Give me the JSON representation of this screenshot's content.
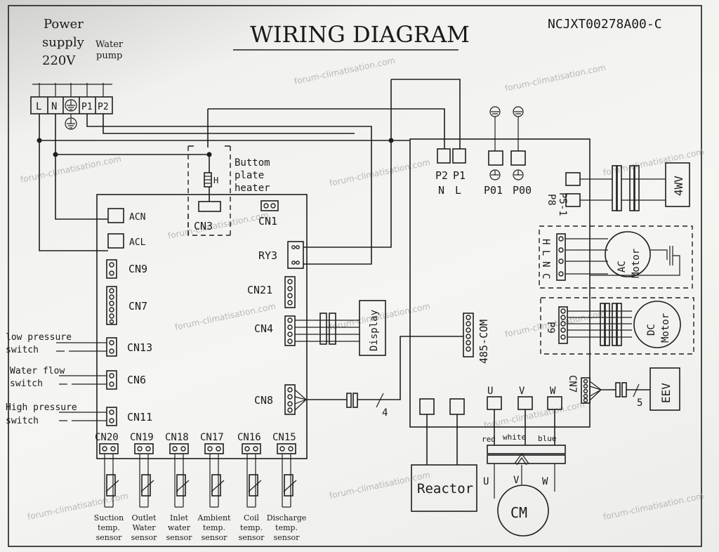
{
  "title": "WIRING DIAGRAM",
  "code": "NCJXT00278A00-C",
  "watermark": "forum-climatisation.com",
  "power": {
    "label1": "Power",
    "label2": "supply",
    "voltage": "220V",
    "pump1": "Water",
    "pump2": "pump"
  },
  "terminal_block": [
    "L",
    "N",
    "P1",
    "P2"
  ],
  "heater": {
    "line1": "Buttom",
    "line2": "plate",
    "line3": "heater",
    "h": "H"
  },
  "main_board": {
    "acn": "ACN",
    "acl": "ACL",
    "cn1": "CN1",
    "cn3": "CN3",
    "ry3": "RY3",
    "cn9": "CN9",
    "cn7": "CN7",
    "cn21": "CN21",
    "cn4": "CN4",
    "cn13": "CN13",
    "cn6": "CN6",
    "cn11": "CN11",
    "cn8": "CN8"
  },
  "switches": {
    "low1": "low pressure",
    "low2": "switch",
    "water1": "Water flow",
    "water2": "switch",
    "high1": "High pressure",
    "high2": "switch"
  },
  "display": "Display",
  "cn8_wires": "4",
  "com": "485-COM",
  "sensors": [
    {
      "conn": "CN20",
      "l1": "Suction",
      "l2": "temp.",
      "l3": "sensor"
    },
    {
      "conn": "CN19",
      "l1": "Outlet",
      "l2": "Water",
      "l3": "sensor"
    },
    {
      "conn": "CN18",
      "l1": "Inlet",
      "l2": "water",
      "l3": "sensor"
    },
    {
      "conn": "CN17",
      "l1": "Ambient",
      "l2": "temp.",
      "l3": "sensor"
    },
    {
      "conn": "CN16",
      "l1": "Coil",
      "l2": "temp.",
      "l3": "sensor"
    },
    {
      "conn": "CN15",
      "l1": "Discharge",
      "l2": "temp.",
      "l3": "sensor"
    }
  ],
  "drive_board": {
    "p2": "P2",
    "p1": "P1",
    "n": "N",
    "l": "L",
    "p01": "P01",
    "p00": "P00",
    "p51": "P5-1",
    "p8": "P8",
    "fourwv": "4WV",
    "hlnc": [
      "H",
      "L",
      "N",
      "C"
    ],
    "ac_motor1": "AC",
    "ac_motor2": "Motor",
    "p9": "P9",
    "dc_motor1": "DC",
    "dc_motor2": "Motor",
    "cn7": "CN7",
    "eev": "EEV",
    "eev_wires": "5",
    "u": "U",
    "v": "V",
    "w": "W",
    "red": "red",
    "white": "white",
    "blue": "blue",
    "reactor": "Reactor",
    "cm": "CM",
    "cu": "U",
    "cv": "V",
    "cw": "W"
  }
}
